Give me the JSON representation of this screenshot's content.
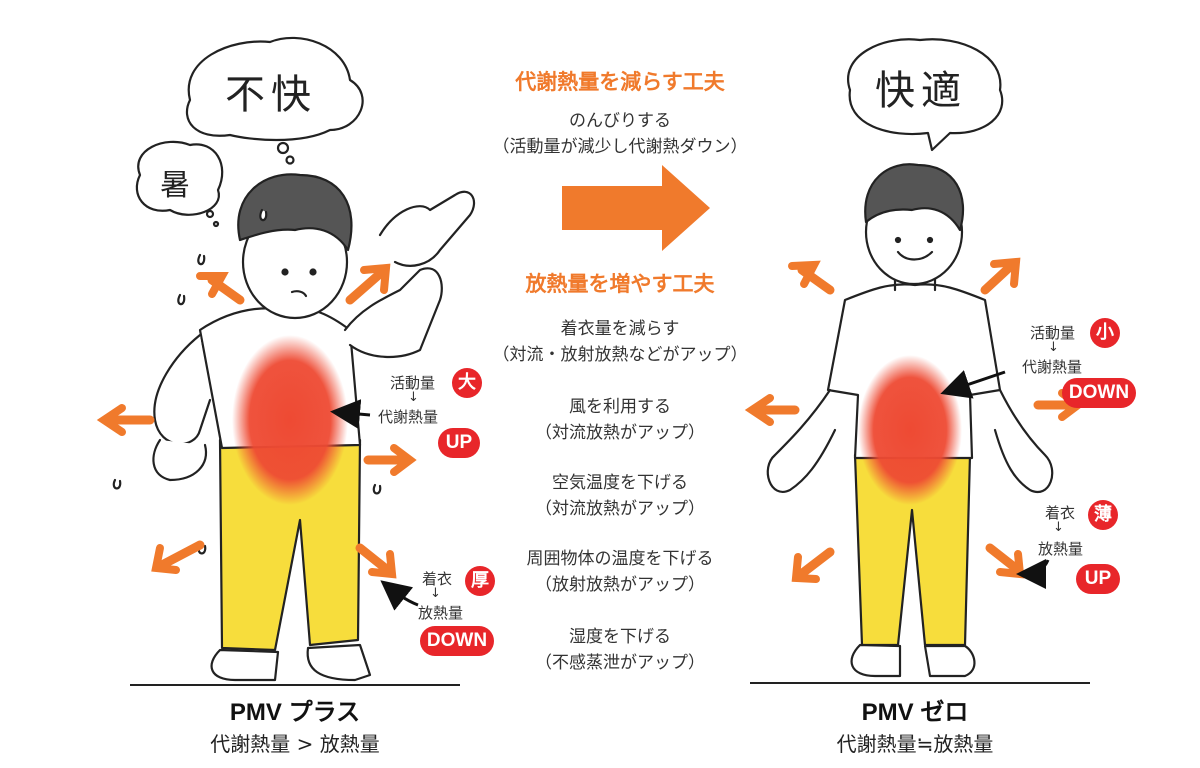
{
  "left": {
    "bubble_text": "不快",
    "small_bubble_text": "暑",
    "caption_title": "PMV プラス",
    "caption_sub": "代謝熱量 > 放熱量",
    "metabolism": {
      "label1": "活動量",
      "badge": "大",
      "arrow": "↓",
      "label2": "代謝熱量",
      "result": "UP"
    },
    "clothing": {
      "label1": "着衣",
      "badge": "厚",
      "arrow": "↓",
      "label2": "放熱量",
      "result": "DOWN"
    }
  },
  "right": {
    "bubble_text": "快適",
    "caption_title": "PMV ゼロ",
    "caption_sub": "代謝熱量≒放熱量",
    "metabolism": {
      "label1": "活動量",
      "badge": "小",
      "arrow": "↓",
      "label2": "代謝熱量",
      "result": "DOWN"
    },
    "clothing": {
      "label1": "着衣",
      "badge": "薄",
      "arrow": "↓",
      "label2": "放熱量",
      "result": "UP"
    }
  },
  "center": {
    "section1_title": "代謝熱量を減らす工夫",
    "section1_lines": [
      "のんびりする",
      "（活動量が減少し代謝熱ダウン）"
    ],
    "section2_title": "放熱量を増やす工夫",
    "section2_items": [
      [
        "着衣量を減らす",
        "（対流・放射放熱などがアップ）"
      ],
      [
        "風を利用する",
        "（対流放熱がアップ）"
      ],
      [
        "空気温度を下げる",
        "（対流放熱がアップ）"
      ],
      [
        "周囲物体の温度を下げる",
        "（放射放熱がアップ）"
      ],
      [
        "湿度を下げる",
        "（不感蒸泄がアップ）"
      ]
    ]
  },
  "colors": {
    "accent_orange": "#f07a2c",
    "badge_red": "#e8262a",
    "heat_red": "#ee4a33",
    "pants_yellow": "#f7dd3c",
    "hair_gray": "#555555"
  }
}
